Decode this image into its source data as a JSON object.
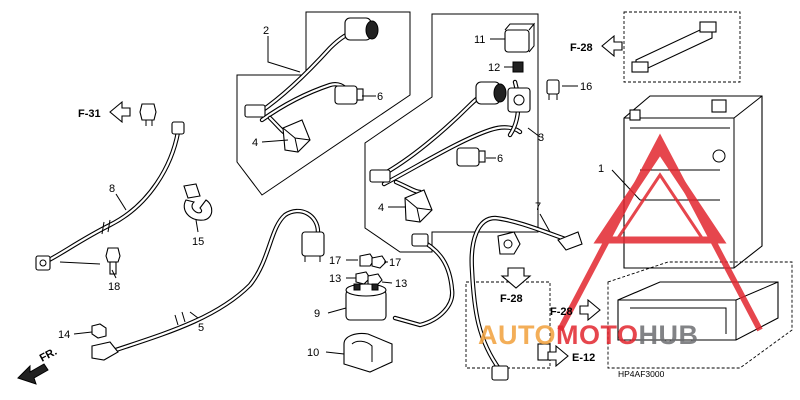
{
  "callouts": {
    "c1": "1",
    "c2": "2",
    "c3": "3",
    "c4a": "4",
    "c4b": "4",
    "c5": "5",
    "c6a": "6",
    "c6b": "6",
    "c7": "7",
    "c8": "8",
    "c9": "9",
    "c10": "10",
    "c11": "11",
    "c12": "12",
    "c13a": "13",
    "c13b": "13",
    "c14": "14",
    "c15": "15",
    "c16": "16",
    "c17a": "17",
    "c17b": "17",
    "c18": "18"
  },
  "refs": {
    "f31": "F-31",
    "f28_top": "F-28",
    "f28_mid": "F-28",
    "f28_right": "F-28",
    "e12": "E-12",
    "fr": "FR."
  },
  "diagram_code": "HP4AF3000",
  "watermark": {
    "part1": "AUTO",
    "part2": "MOTO",
    "part3": "HUB"
  },
  "colors": {
    "watermark_red": "#e2262f",
    "watermark_orange": "#f2a13b",
    "watermark_gray": "#6d6e71"
  }
}
